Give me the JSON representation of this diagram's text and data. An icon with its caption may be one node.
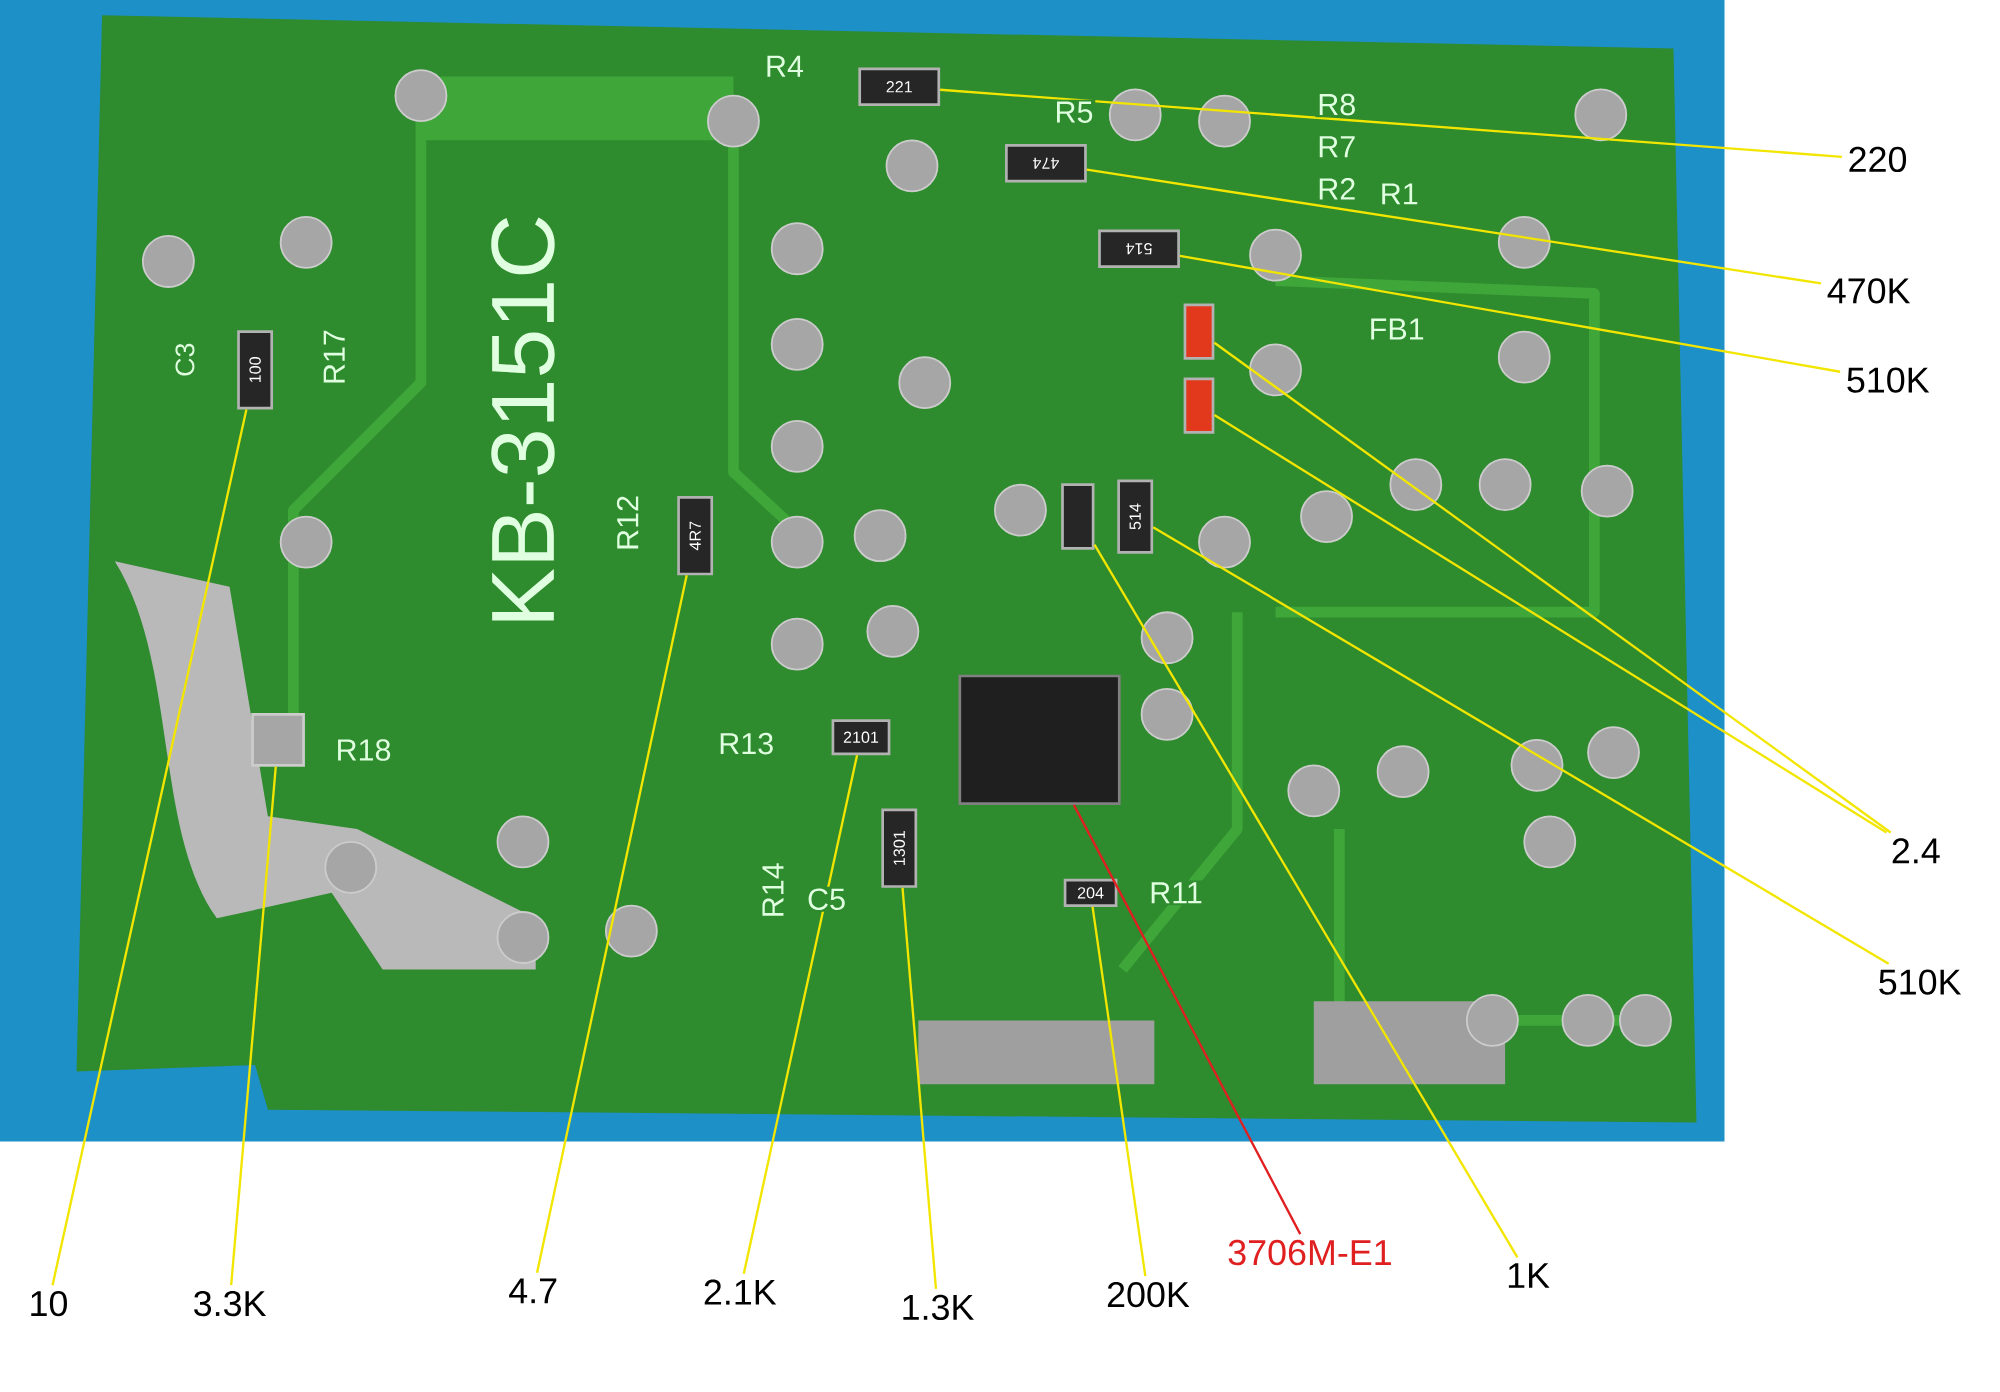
{
  "diagram": {
    "nodes": [
      {
        "text": [
          "220"
        ]
      },
      {
        "text": [
          "470K"
        ]
      },
      {
        "text": [
          "510K"
        ]
      },
      {
        "text": [
          "2.4"
        ]
      },
      {
        "text": [
          "510K"
        ]
      },
      {
        "text": [
          "10"
        ]
      },
      {
        "text": [
          "3.3K"
        ]
      },
      {
        "text": [
          "4.7"
        ]
      },
      {
        "text": [
          "2.1K"
        ]
      },
      {
        "text": [
          "1.3K"
        ]
      },
      {
        "text": [
          "200K"
        ]
      },
      {
        "text": [
          "3706M-E1"
        ]
      },
      {
        "text": [
          "1K"
        ]
      },
      {
        "text": [
          "221"
        ]
      },
      {
        "text": [
          "474"
        ]
      },
      {
        "text": [
          "514"
        ]
      },
      {
        "text": [],
        "shape": "box"
      },
      {
        "text": [],
        "shape": "box"
      },
      {
        "text": [
          "514"
        ]
      },
      {
        "text": [],
        "shape": "box"
      },
      {
        "text": [],
        "shape": "box"
      },
      {
        "text": [
          "204"
        ]
      },
      {
        "text": [
          "1301"
        ]
      },
      {
        "text": [
          "2101"
        ]
      },
      {
        "text": [
          "4R7"
        ]
      },
      {
        "text": [],
        "shape": "box"
      },
      {
        "text": [
          "100"
        ]
      }
    ],
    "edges": [
      {
        "from": 0,
        "to": 13,
        "arrow": "none"
      },
      {
        "from": 1,
        "to": 14,
        "arrow": "none"
      },
      {
        "from": 2,
        "to": 15,
        "arrow": "none"
      },
      {
        "from": 3,
        "to": 16,
        "arrow": "none"
      },
      {
        "from": 3,
        "to": 17,
        "arrow": "none"
      },
      {
        "from": 4,
        "to": 18,
        "arrow": "none"
      },
      {
        "from": 12,
        "to": 19,
        "arrow": "none"
      },
      {
        "from": 11,
        "to": 20,
        "arrow": "none",
        "color": "#e02020"
      },
      {
        "from": 10,
        "to": 21,
        "arrow": "none"
      },
      {
        "from": 9,
        "to": 22,
        "arrow": "none"
      },
      {
        "from": 8,
        "to": 23,
        "arrow": "none"
      },
      {
        "from": 7,
        "to": 24,
        "arrow": "none"
      },
      {
        "from": 6,
        "to": 25,
        "arrow": "none"
      },
      {
        "from": 5,
        "to": 26,
        "arrow": "none"
      }
    ],
    "labels": [
      "KB-3151C",
      "R4",
      "R5",
      "R8",
      "R7",
      "R2",
      "R1",
      "FB1",
      "C3",
      "R17",
      "R12",
      "R18",
      "R13",
      "R14",
      "C5",
      "R11"
    ]
  }
}
